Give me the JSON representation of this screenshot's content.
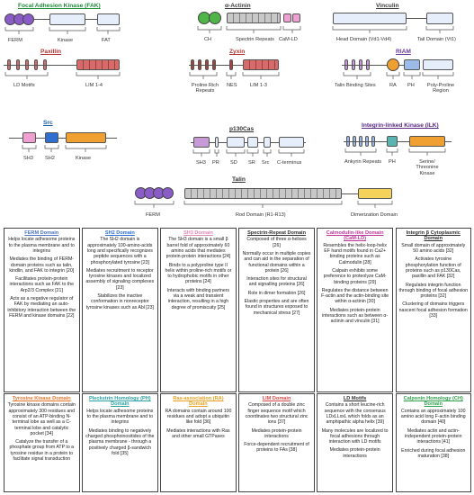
{
  "colors": {
    "fak": "#1f8a3a",
    "alpha_actinin": "#3b3b3b",
    "vinculin": "#3b3b3b",
    "paxillin": "#b23434",
    "zyxin": "#b23434",
    "riam": "#6a3a9a",
    "src": "#1f5fa8",
    "p130cas": "#333333",
    "ilk": "#5a2a82",
    "talin": "#333333",
    "purple": "#8a5cc8",
    "blue_pale": "#e6eefb",
    "blue_mid": "#9dbbe8",
    "green": "#4fb548",
    "red": "#d86a6a",
    "red_dark": "#a94040",
    "pink": "#f0a0d0",
    "orange": "#f0a030",
    "blue_strong": "#2f6fd0",
    "lilac": "#c89ad8",
    "gray": "#c8c8c8",
    "yellow": "#f5d35a",
    "teal": "#58b6b0"
  },
  "proteins": {
    "fak": {
      "title": "Focal Adhesion Kinase (FAK)",
      "labels": [
        "FERM",
        "Kinase",
        "FAT"
      ]
    },
    "alpha_actinin": {
      "title": "α-Actinin",
      "labels": [
        "CH",
        "Spectrin Repeats",
        "CaM-LD"
      ]
    },
    "vinculin": {
      "title": "Vinculin",
      "labels": [
        "Head Domain (Vd1-Vd4)",
        "Tail Domain (Vt1)"
      ]
    },
    "paxillin": {
      "title": "Paxillin",
      "labels": [
        "LD Motifs",
        "LIM 1-4"
      ]
    },
    "zyxin": {
      "title": "Zyxin",
      "labels": [
        "Proline Rich Repeats",
        "NES",
        "LIM 1-3"
      ]
    },
    "riam": {
      "title": "RIAM",
      "labels": [
        "Talin Binding Sites",
        "RA",
        "PH",
        "Poly-Proline Region"
      ]
    },
    "src": {
      "title": "Src",
      "labels": [
        "SH3",
        "SH2",
        "Kinase"
      ]
    },
    "p130cas": {
      "title": "p130Cas",
      "labels": [
        "SH3",
        "PR",
        "SD",
        "SR",
        "Src",
        "C-terminus"
      ]
    },
    "ilk": {
      "title": "Integrin-linked Kinase (ILK)",
      "labels": [
        "Ankyrin Repeats",
        "PH",
        "Serine/ Threonine Kinase"
      ]
    },
    "talin": {
      "title": "Talin",
      "labels": [
        "FERM",
        "Rod Domain (R1-R13)",
        "Dimerization Domain"
      ]
    }
  },
  "domains_row1": [
    {
      "title": "FERM Domain",
      "color": "#4b76c8",
      "paragraphs": [
        "Helps locate adhesome proteins to the plasma membrane and to integrins",
        "Mediates the binding of FERM-domain proteins such as talin, kindlin, and FAK to integrin [20]",
        "Facilitates protein-protein interactions such as FAK to the Arp2/3 Complex [21]",
        "Acts as a negative regulator of FAK by mediating an auto-inhibitory interaction between the FERM and kinase domains [22]"
      ]
    },
    {
      "title": "SH2 Domain",
      "color": "#2f6fd0",
      "paragraphs": [
        "The SH2 domain is approximately 100-amino-acids long and specifically recognizes peptide sequences with a phosphorylated tyrosine [23]",
        "Mediates recruitment to receptor tyrosine kinases and localized assembly of signaling complexes [23]",
        "Stabilizes the inactive conformation in nonreceptor tyrosine kinases such as Abl [23]"
      ]
    },
    {
      "title": "SH3 Domain",
      "color": "#e28ab6",
      "paragraphs": [
        "The SH3 domain is a small β barrel fold of approximately 60 amino acids that mediates protein-protein interactions [24]",
        "Binds to a polyproline type II helix within proline-rich motifs or to hydrophobic motifs in other proteins [24]",
        "Interacts with binding partners via a weak and transient interaction, resulting in a high degree of promiscuity [25]"
      ]
    },
    {
      "title": "Spectrin-Repeat Domain",
      "color": "#333333",
      "paragraphs": [
        "Composed of three α-helices [26]",
        "Normally occur in multiple copies and can aid in the separation of functional domains within a protein [26]",
        "Interaction sites for structural and signalling proteins [26]",
        "Role in dimer formation [26]",
        "Elastic properties and are often found in structures exposed to mechanical stress [27]"
      ]
    },
    {
      "title": "Calmodulin-like Domain (CaM-LD)",
      "color": "#c0399a",
      "paragraphs": [
        "Resembles the helix-loop-helix EF hand motifs found in Ca2+ binding proteins such as Calmodulin [28]",
        "Calpain exhibits some preference to proteolyze CaM-binding proteins [29]",
        "Regulates the distance between F-actin and the actin-binding site within α-actinin [30]",
        "Mediates protein-protein interactions such as between α-actinin and vinculin [31]"
      ]
    },
    {
      "title": "Integrin β Cytoplasmic Domain",
      "color": "#333333",
      "paragraphs": [
        "Small domain of approximately 50 amino acids [32]",
        "Activates tyrosine phosphorylation function of proteins such as p130Cas, paxillin and FAK [32]",
        "Regulates integrin function through binding of focal adhesion proteins [32]",
        "Clustering of domains triggers nascent focal adhesion formation [33]"
      ]
    }
  ],
  "domains_row2": [
    {
      "title": "Tyrosine Kinase Domain",
      "color": "#e8742a",
      "paragraphs": [
        "Tyrosine kinase domains contain approximately 300 residues and consist of an ATP-binding N-terminal lobe as well as a C-terminal lobe and catalytic pocket [34]",
        "Catalyze the transfer of a phosphate group from ATP to a tyrosine residue in a protein to facilitate signal transduction"
      ]
    },
    {
      "title": "Pleckstrin Homology (PH) Domain",
      "color": "#2aa0a0",
      "paragraphs": [
        "Helps locate adhesome proteins to the plasma membrane and to integrins",
        "Mediates binding to negatively charged phosphoinositides of the plasma membrane - through a positively charged β-sandwich fold [35]"
      ]
    },
    {
      "title": "Ras-association (RA) Domain",
      "color": "#e8a020",
      "paragraphs": [
        "RA domains contain around 100 residues and adopt a ubiquitin like fold [36]",
        "Mediates interactions with Ras and other small GTPases"
      ]
    },
    {
      "title": "LIM Domain",
      "color": "#d84a4a",
      "paragraphs": [
        "Composed of a double zinc finger sequence motif which coordinates two structural zinc ions [37]",
        "Mediates protein-protein interactions",
        "Force-dependent recruitment of proteins to FAs [38]"
      ]
    },
    {
      "title": "LD Motifs",
      "color": "#333333",
      "paragraphs": [
        "Contains a short leucine-rich sequence with the consensus LDxLLxxL which folds as an amphipathic alpha helix [39]",
        "Many molecules are localized to focal adhesions through interaction with LD motifs",
        "Mediates protein-protein interactions"
      ]
    },
    {
      "title": "Calponin Homology (CH) Domain",
      "color": "#2fa04a",
      "paragraphs": [
        "Contains an approximately 100 amino acid long F-actin binding domain [40]",
        "Mediates actin and actin-independent protein-protein interactions [41]",
        "Enriched during focal adhesion maturation [38]"
      ]
    }
  ]
}
